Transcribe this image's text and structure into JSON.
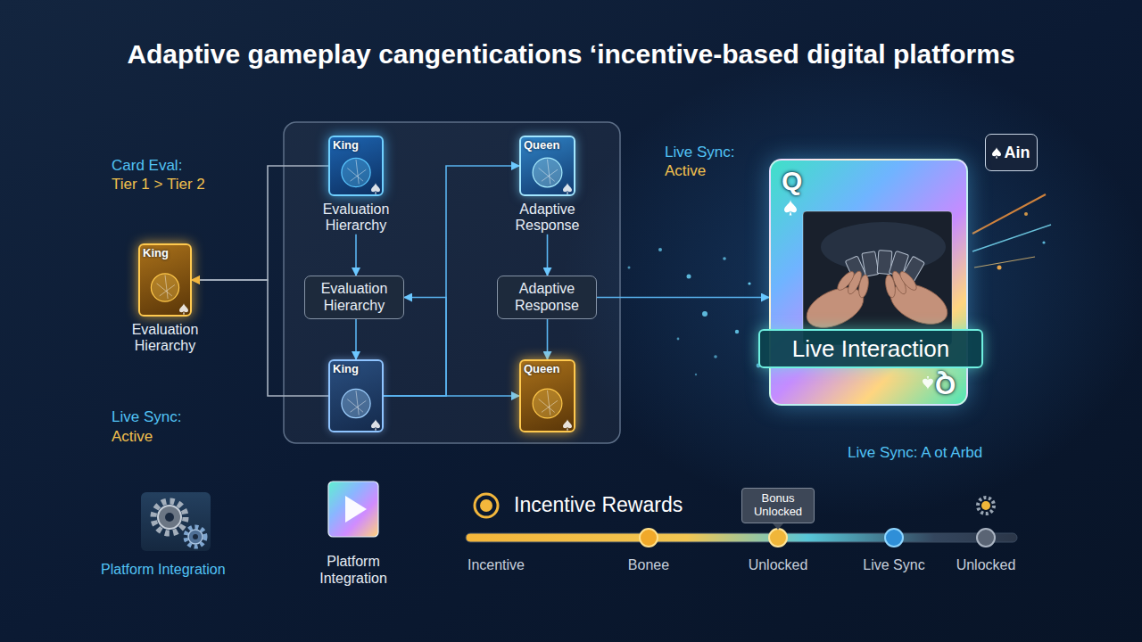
{
  "diagram": {
    "title": "Adaptive gameplay cangentications ‘incentive-based digital platforms",
    "nodes": [
      {
        "text": [
          "King",
          "Evaluation Hierarchy"
        ]
      },
      {
        "text": [
          "Queen",
          "Adaptive Response"
        ]
      },
      {
        "text": [
          "Ain"
        ]
      },
      {
        "text": [
          "Q",
          "Q"
        ]
      },
      {
        "text": [
          "Live Interaction"
        ],
        "in": 3
      },
      {
        "text": [
          "King",
          "Evaluation Hierarchy"
        ]
      },
      {
        "text": [
          "Evaluation Hierarchy"
        ]
      },
      {
        "text": [
          "Adaptive Response"
        ]
      },
      {
        "text": [
          "King"
        ]
      },
      {
        "text": [
          "Queen"
        ]
      },
      {
        "text": [
          "Bonus Unlocked"
        ]
      }
    ],
    "edges": [
      {
        "from": 0,
        "to": 6,
        "arrow": "to"
      },
      {
        "from": 6,
        "to": 8,
        "arrow": "to"
      },
      {
        "from": 1,
        "to": 7,
        "arrow": "to"
      },
      {
        "from": 7,
        "to": 9,
        "arrow": "to"
      },
      {
        "from": 0,
        "to": 5,
        "arrow": "to"
      },
      {
        "from": 8,
        "to": 5,
        "arrow": "to"
      },
      {
        "from": 8,
        "to": 1,
        "arrow": "to"
      },
      {
        "from": 8,
        "to": 9,
        "arrow": "to"
      },
      {
        "from": 8,
        "to": 6,
        "arrow": "to"
      },
      {
        "from": 7,
        "to": 3,
        "arrow": "to"
      }
    ],
    "labels": [
      "Card Eval:",
      "Tier 1 > Tier 2",
      "Live Sync:",
      "Active",
      "Live Sync:",
      "Active",
      "Live Sync: A ot Arbd",
      "Platform Integration",
      "Platform Integration",
      "Incentive Rewards",
      "Incentive",
      "Bonee",
      "Unlocked",
      "Live Sync",
      "Unlocked"
    ]
  }
}
